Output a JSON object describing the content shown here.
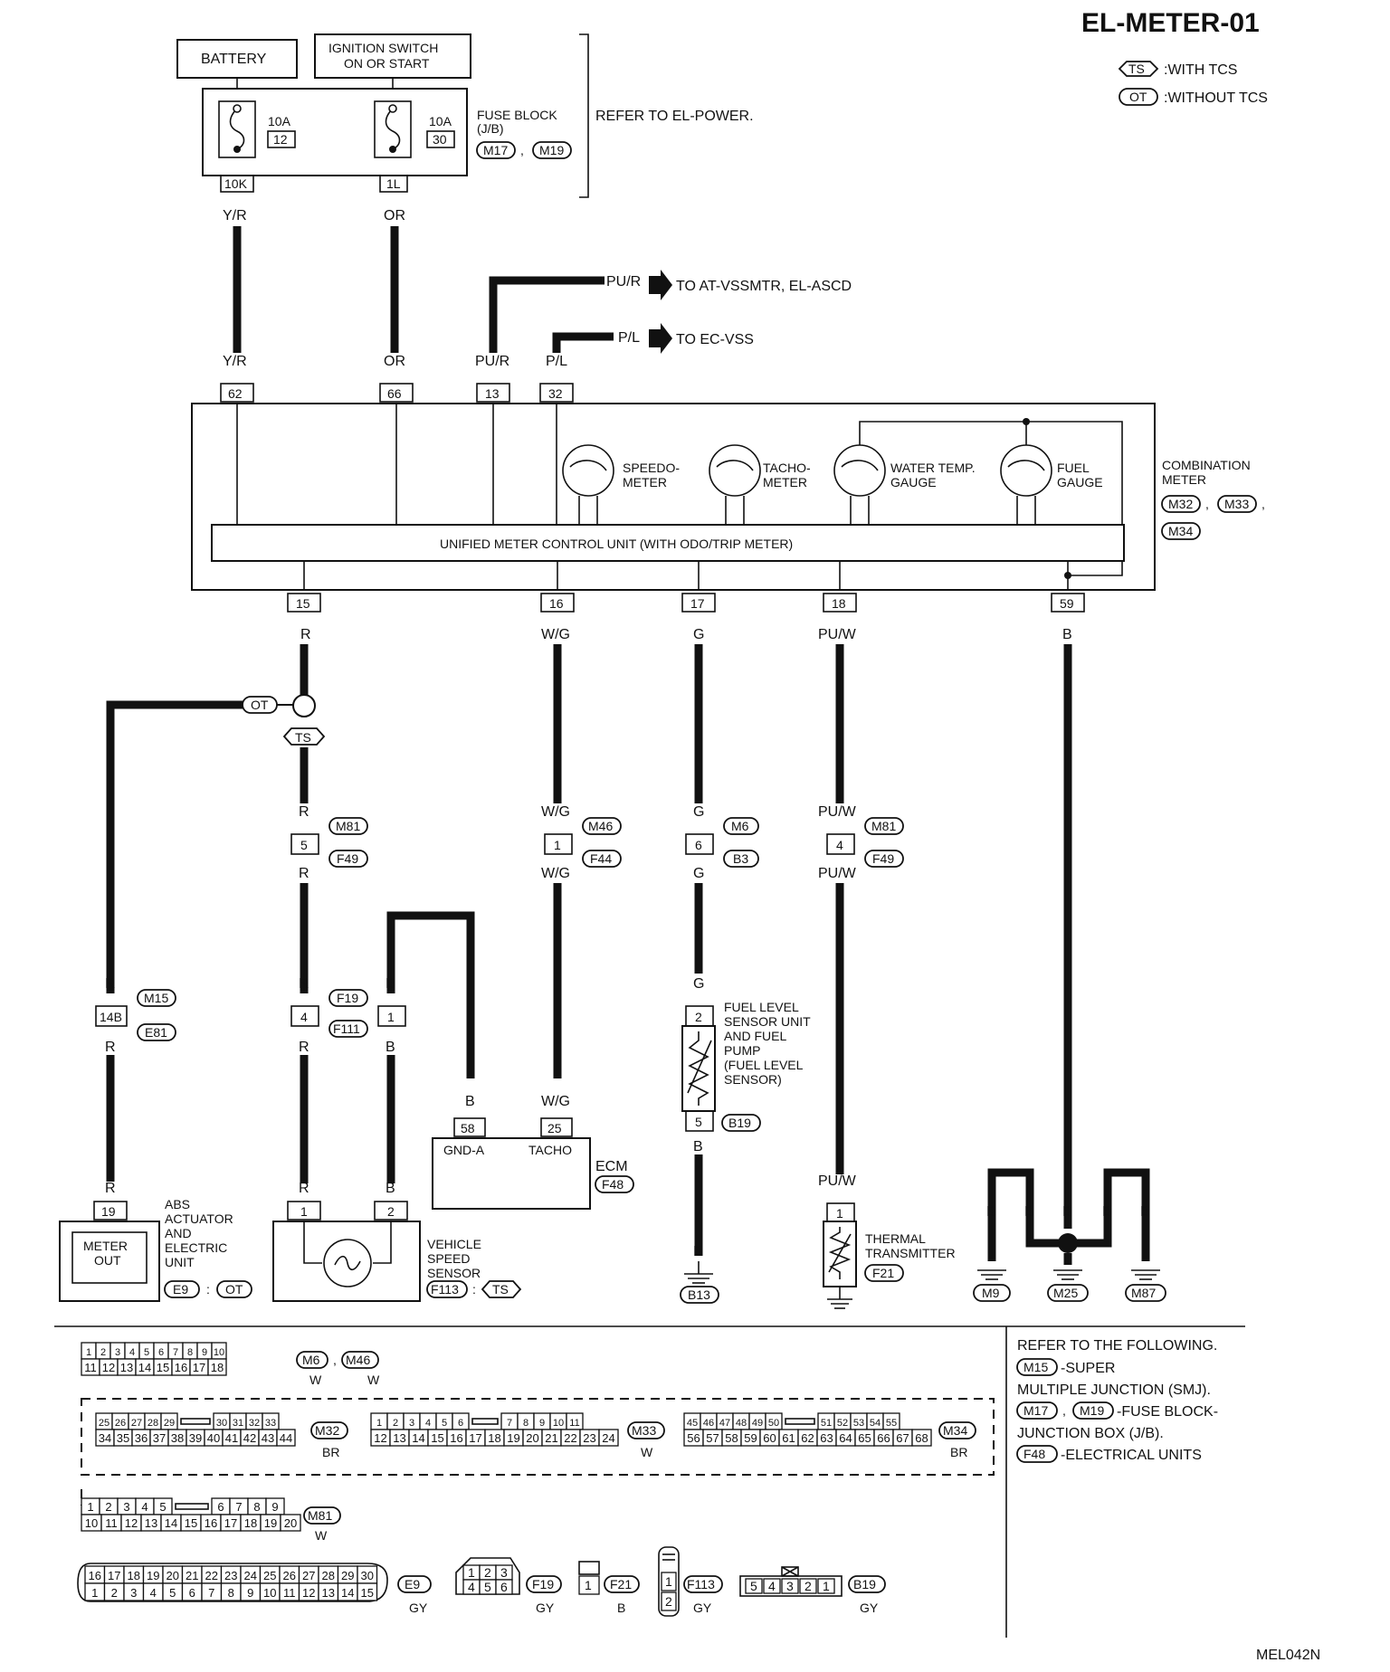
{
  "title": "EL-METER-01",
  "code": "MEL042N",
  "legend": {
    "ts_tag": "TS",
    "ts_text": ":WITH TCS",
    "ot_tag": "OT",
    "ot_text": ":WITHOUT TCS"
  },
  "power": {
    "battery": "BATTERY",
    "ign1": "IGNITION SWITCH",
    "ign2": "ON OR START",
    "fuse1_amp": "10A",
    "fuse1_num": "12",
    "fuse1_term": "10K",
    "fuse2_amp": "10A",
    "fuse2_num": "30",
    "fuse2_term": "1L",
    "fuse_block1": "FUSE BLOCK",
    "fuse_block2": "(J/B)",
    "conn_m17": "M17",
    "conn_m19": "M19",
    "comma": ",",
    "refer": "REFER TO EL-POWER."
  },
  "wires": {
    "yr": "Y/R",
    "or": "OR",
    "pur": "PU/R",
    "pl": "P/L",
    "r": "R",
    "wg": "W/G",
    "g": "G",
    "puw": "PU/W",
    "b": "B"
  },
  "dest": {
    "pur_to": "TO AT-VSSMTR,  EL-ASCD",
    "pl_to": "TO EC-VSS"
  },
  "meter": {
    "pin62": "62",
    "pin66": "66",
    "pin13": "13",
    "pin32": "32",
    "pin15": "15",
    "pin16": "16",
    "pin17": "17",
    "pin18": "18",
    "pin59": "59",
    "speedo1": "SPEEDO-",
    "speedo2": "METER",
    "tacho1": "TACHO-",
    "tacho2": "METER",
    "water1": "WATER TEMP.",
    "water2": "GAUGE",
    "fuel1": "FUEL",
    "fuel2": "GAUGE",
    "unit": "UNIFIED METER CONTROL UNIT (WITH ODO/TRIP METER)",
    "comb1": "COMBINATION",
    "comb2": "METER",
    "m32": "M32",
    "m33": "M33",
    "m34": "M34"
  },
  "conns": {
    "ot": "OT",
    "ts": "TS",
    "c5": "5",
    "m81": "M81",
    "f49": "F49",
    "c1": "1",
    "m46": "M46",
    "f44": "F44",
    "c6": "6",
    "m6": "M6",
    "b3": "B3",
    "c4": "4",
    "m81b": "M81",
    "f49b": "F49",
    "c14b": "14B",
    "m15": "M15",
    "e81": "E81",
    "c4b": "4",
    "f19": "F19",
    "f111": "F111",
    "c1b": "1",
    "fuel_unit1": "FUEL LEVEL",
    "fuel_unit2": "SENSOR UNIT",
    "fuel_unit3": "AND FUEL",
    "fuel_unit4": "PUMP",
    "fuel_unit5": "(FUEL LEVEL",
    "fuel_unit6": "SENSOR)",
    "fpin2": "2",
    "fpin5": "5",
    "b19": "B19",
    "ecm": "ECM",
    "f48": "F48",
    "ecm58": "58",
    "ecm25": "25",
    "gnda": "GND-A",
    "tacho": "TACHO",
    "abs1": "ABS",
    "abs2": "ACTUATOR",
    "abs3": "AND",
    "abs4": "ELECTRIC",
    "abs5": "UNIT",
    "abs19": "19",
    "meter_out1": "METER",
    "meter_out2": "OUT",
    "e9": "E9",
    "colon": ":",
    "ot2": "OT",
    "vss_p1": "1",
    "vss_p2": "2",
    "vss1": "VEHICLE",
    "vss2": "SPEED",
    "vss3": "SENSOR",
    "f113": "F113",
    "ts2": "TS",
    "thermal1": "THERMAL",
    "thermal2": "TRANSMITTER",
    "tpin1": "1",
    "f21": "F21",
    "b13": "B13",
    "m9": "M9",
    "m25": "M25",
    "m87": "M87"
  },
  "bottom": {
    "m6_row1": [
      "1",
      "2",
      "3",
      "4",
      "5",
      "6",
      "7",
      "8",
      "9",
      "10"
    ],
    "m6_row2": [
      "11",
      "12",
      "13",
      "14",
      "15",
      "16",
      "17",
      "18"
    ],
    "m6": "M6",
    "m46": "M46",
    "w1": "W",
    "w2": "W",
    "m32_row1": [
      "25",
      "26",
      "27",
      "28",
      "29",
      "30",
      "31",
      "32",
      "33"
    ],
    "m32_row2": [
      "34",
      "35",
      "36",
      "37",
      "38",
      "39",
      "40",
      "41",
      "42",
      "43",
      "44"
    ],
    "m32": "M32",
    "br1": "BR",
    "m33_row1": [
      "1",
      "2",
      "3",
      "4",
      "5",
      "6",
      "7",
      "8",
      "9",
      "10",
      "11"
    ],
    "m33_row2": [
      "12",
      "13",
      "14",
      "15",
      "16",
      "17",
      "18",
      "19",
      "20",
      "21",
      "22",
      "23",
      "24"
    ],
    "m33": "M33",
    "w3": "W",
    "m34_row1": [
      "45",
      "46",
      "47",
      "48",
      "49",
      "50",
      "51",
      "52",
      "53",
      "54",
      "55"
    ],
    "m34_row2": [
      "56",
      "57",
      "58",
      "59",
      "60",
      "61",
      "62",
      "63",
      "64",
      "65",
      "66",
      "67",
      "68"
    ],
    "m34": "M34",
    "br2": "BR",
    "m81_row1": [
      "1",
      "2",
      "3",
      "4",
      "5",
      "6",
      "7",
      "8",
      "9"
    ],
    "m81_row2": [
      "10",
      "11",
      "12",
      "13",
      "14",
      "15",
      "16",
      "17",
      "18",
      "19",
      "20"
    ],
    "m81": "M81",
    "w4": "W",
    "e9_row1": [
      "16",
      "17",
      "18",
      "19",
      "20",
      "21",
      "22",
      "23",
      "24",
      "25",
      "26",
      "27",
      "28",
      "29",
      "30"
    ],
    "e9_row2": [
      "1",
      "2",
      "3",
      "4",
      "5",
      "6",
      "7",
      "8",
      "9",
      "10",
      "11",
      "12",
      "13",
      "14",
      "15"
    ],
    "e9": "E9",
    "gy1": "GY",
    "f19_pins": [
      "1",
      "2",
      "3",
      "4",
      "5",
      "6"
    ],
    "f19": "F19",
    "gy2": "GY",
    "f21_pin": "1",
    "f21": "F21",
    "b": "B",
    "f113_pins": [
      "1",
      "2"
    ],
    "f113": "F113",
    "gy3": "GY",
    "b19_pins": [
      "5",
      "4",
      "3",
      "2",
      "1"
    ],
    "b19": "B19",
    "gy4": "GY",
    "refer_head": "REFER TO THE FOLLOWING.",
    "r1_tag": "M15",
    "r1a": "-SUPER",
    "r1b": "MULTIPLE JUNCTION (SMJ).",
    "r2_tag1": "M17",
    "r2_tag2": "M19",
    "r2a": "-FUSE BLOCK-",
    "r2b": "JUNCTION BOX (J/B).",
    "r3_tag": "F48",
    "r3a": "-ELECTRICAL UNITS"
  }
}
